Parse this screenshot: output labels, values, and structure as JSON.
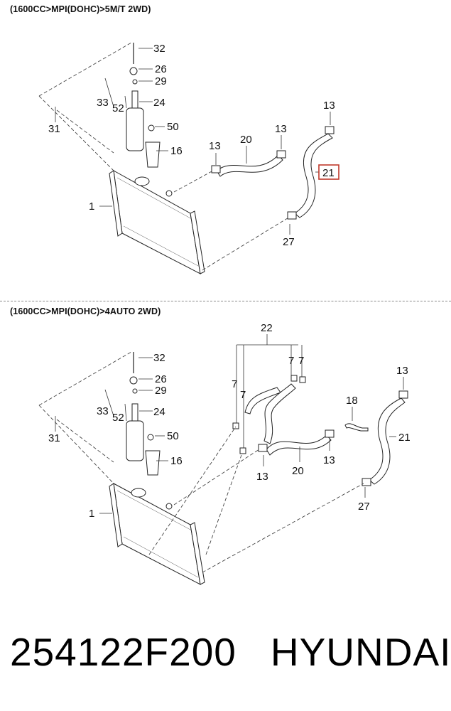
{
  "sections": [
    {
      "title": "(1600CC>MPI(DOHC)>5M/T 2WD)",
      "callouts": [
        "32",
        "26",
        "29",
        "33",
        "52",
        "24",
        "31",
        "50",
        "16",
        "13",
        "20",
        "13",
        "13",
        "21",
        "1",
        "27"
      ],
      "highlighted_callout": "21"
    },
    {
      "title": "(1600CC>MPI(DOHC)>4AUTO 2WD)",
      "callouts": [
        "22",
        "32",
        "7",
        "7",
        "26",
        "7",
        "7",
        "29",
        "13",
        "33",
        "52",
        "24",
        "18",
        "31",
        "50",
        "16",
        "21",
        "13",
        "20",
        "13",
        "1",
        "27"
      ]
    }
  ],
  "footer": {
    "part_number": "254122F200",
    "brand": "HYUNDAI"
  },
  "colors": {
    "highlight_box": "#c0392b",
    "line": "#222222"
  }
}
